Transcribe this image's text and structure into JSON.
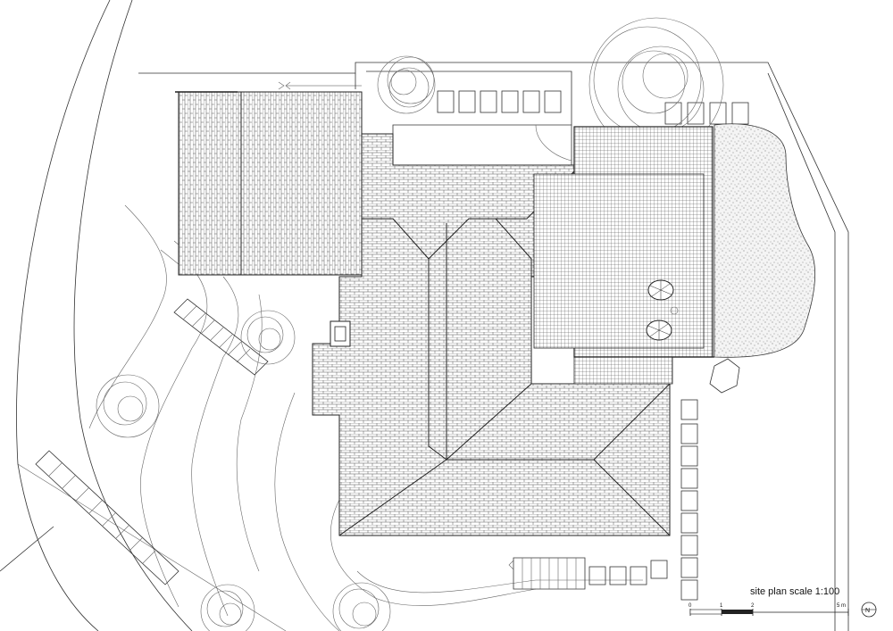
{
  "title": "site plan scale 1:100",
  "scale_bar": {
    "ticks": [
      "0",
      "1",
      "2",
      "5 m"
    ]
  },
  "north_label": "N",
  "colors": {
    "line": "#333333",
    "roof_tile": "#555555",
    "gravel": "#9a9a9a",
    "background": "#ffffff"
  }
}
